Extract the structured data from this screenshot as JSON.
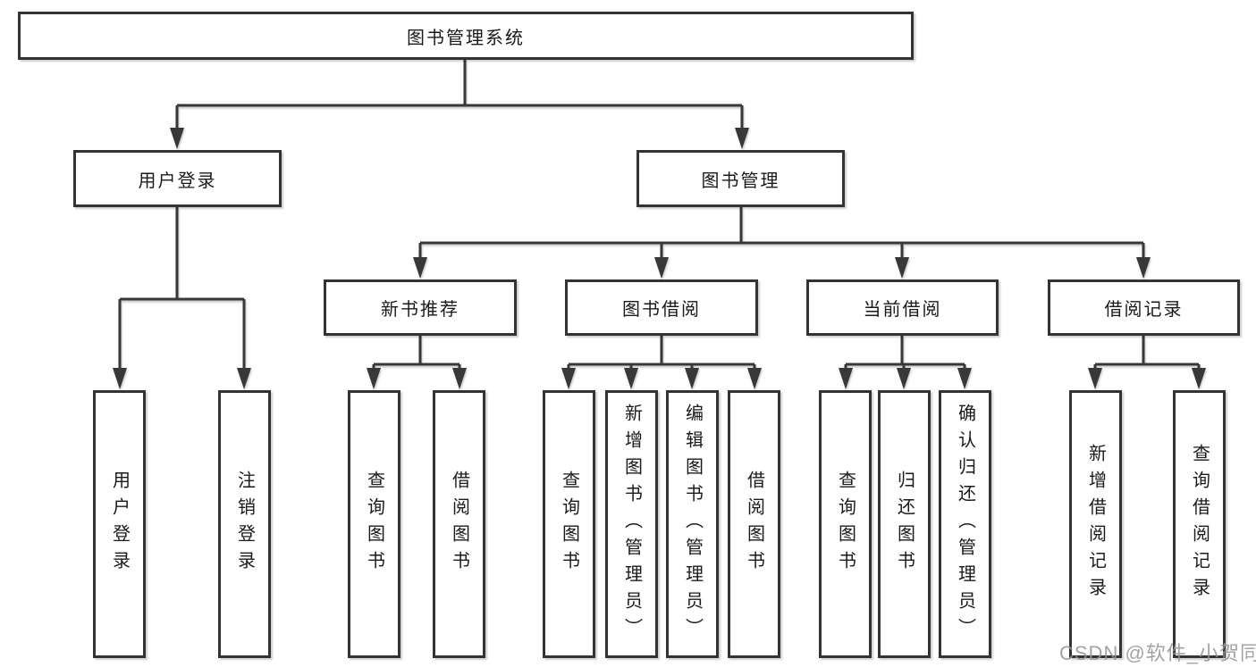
{
  "colors": {
    "line": "#383838",
    "box_border": "#333333",
    "text": "#1a1a1a",
    "watermark_gray": "#969696",
    "background": "#ffffff"
  },
  "tree": {
    "root": "图书管理系统",
    "level2": [
      {
        "label": "用户登录",
        "children": [
          {
            "label": "用户登录"
          },
          {
            "label": "注销登录"
          }
        ]
      },
      {
        "label": "图书管理",
        "children": [
          {
            "label": "新书推荐",
            "children": [
              {
                "label": "查询图书"
              },
              {
                "label": "借阅图书"
              }
            ]
          },
          {
            "label": "图书借阅",
            "children": [
              {
                "label": "查询图书"
              },
              {
                "label": "新增图书（管理员）"
              },
              {
                "label": "编辑图书（管理员）"
              },
              {
                "label": "借阅图书"
              }
            ]
          },
          {
            "label": "当前借阅",
            "children": [
              {
                "label": "查询图书"
              },
              {
                "label": "归还图书"
              },
              {
                "label": "确认归还（管理员）"
              }
            ]
          },
          {
            "label": "借阅记录",
            "children": [
              {
                "label": "新增借阅记录"
              },
              {
                "label": "查询借阅记录"
              }
            ]
          }
        ]
      }
    ]
  },
  "watermark": {
    "text": "CSDN @软件_小贺同学"
  }
}
